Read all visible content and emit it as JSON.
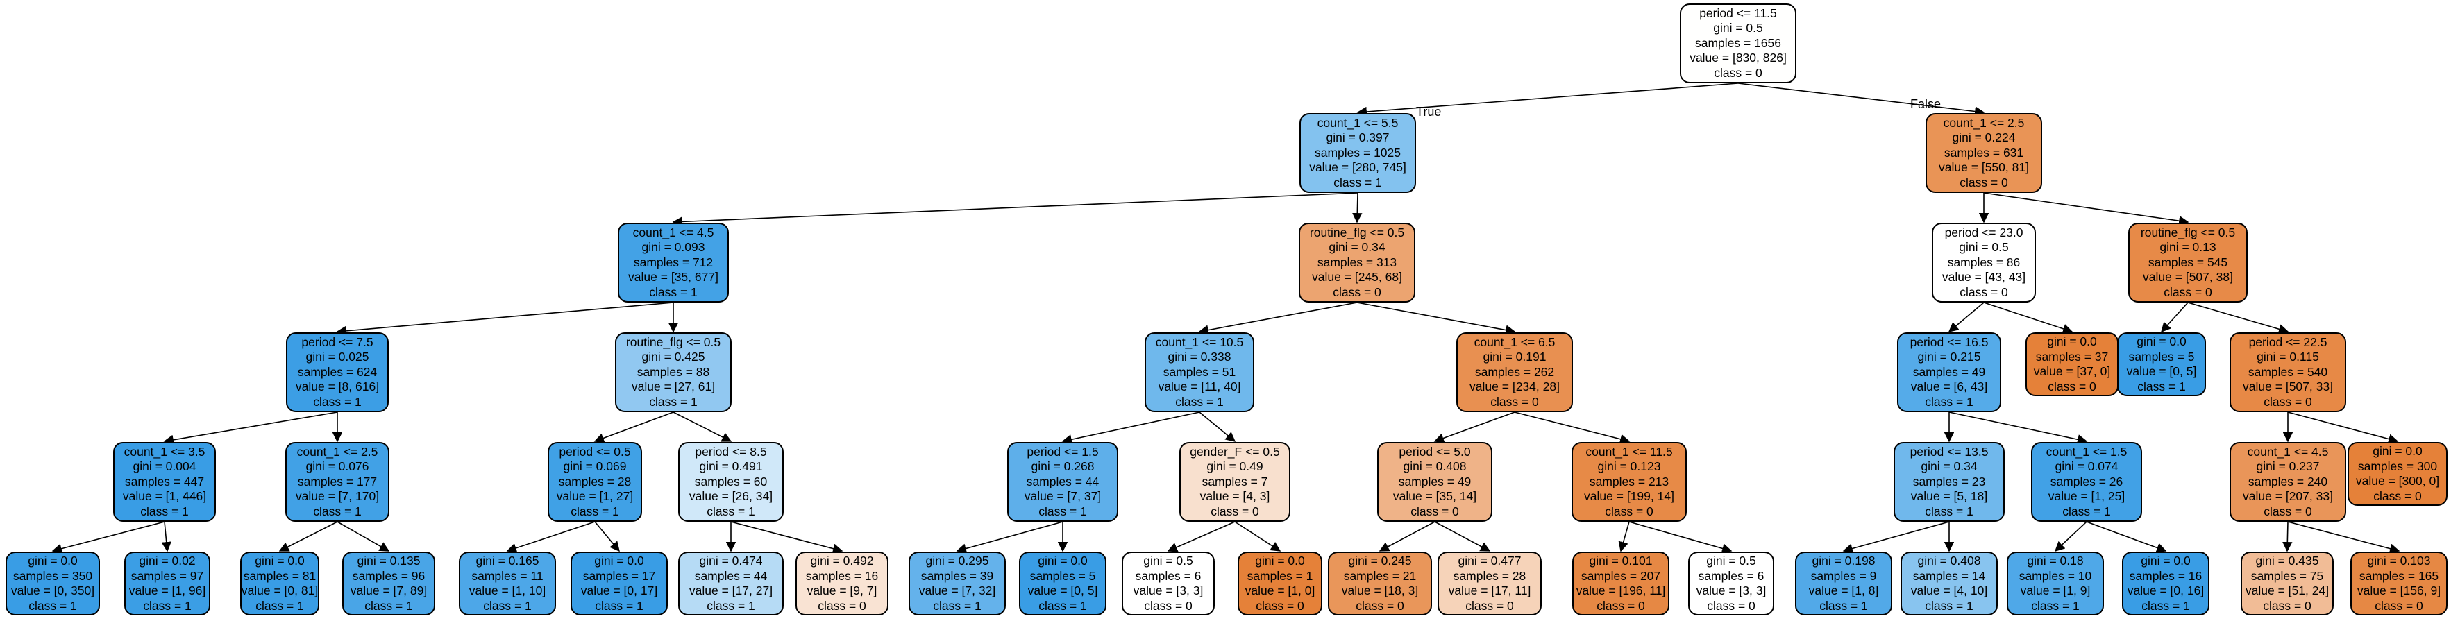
{
  "edge_labels": {
    "left": "True",
    "right": "False"
  },
  "colors": {
    "class_0_base": "#e58139",
    "class_1_base": "#399de5",
    "neutral": "#ffffff"
  },
  "tree": {
    "nodes": [
      {
        "id": 0,
        "lines": [
          "period <= 11.5",
          "gini = 0.5",
          "samples = 1656",
          "value = [830, 826]",
          "class = 0"
        ],
        "fill": "#fffffe"
      },
      {
        "id": 1,
        "lines": [
          "count_1 <= 5.5",
          "gini = 0.397",
          "samples = 1025",
          "value = [280, 745]",
          "class = 1"
        ],
        "fill": "#83c2ef"
      },
      {
        "id": 2,
        "lines": [
          "count_1 <= 4.5",
          "gini = 0.093",
          "samples = 712",
          "value = [35, 677]",
          "class = 1"
        ],
        "fill": "#43a2e6"
      },
      {
        "id": 3,
        "lines": [
          "period <= 7.5",
          "gini = 0.025",
          "samples = 624",
          "value = [8, 616]",
          "class = 1"
        ],
        "fill": "#3c9ee5"
      },
      {
        "id": 4,
        "lines": [
          "count_1 <= 3.5",
          "gini = 0.004",
          "samples = 447",
          "value = [1, 446]",
          "class = 1"
        ],
        "fill": "#399de5"
      },
      {
        "id": 5,
        "lines": [
          "gini = 0.0",
          "samples = 350",
          "value = [0, 350]",
          "class = 1"
        ],
        "fill": "#399de5"
      },
      {
        "id": 6,
        "lines": [
          "gini = 0.02",
          "samples = 97",
          "value = [1, 96]",
          "class = 1"
        ],
        "fill": "#3b9ee5"
      },
      {
        "id": 7,
        "lines": [
          "count_1 <= 2.5",
          "gini = 0.076",
          "samples = 177",
          "value = [7, 170]",
          "class = 1"
        ],
        "fill": "#41a1e6"
      },
      {
        "id": 8,
        "lines": [
          "gini = 0.0",
          "samples = 81",
          "value = [0, 81]",
          "class = 1"
        ],
        "fill": "#399de5"
      },
      {
        "id": 9,
        "lines": [
          "gini = 0.135",
          "samples = 96",
          "value = [7, 89]",
          "class = 1"
        ],
        "fill": "#49a5e7"
      },
      {
        "id": 10,
        "lines": [
          "routine_flg <= 0.5",
          "gini = 0.425",
          "samples = 88",
          "value = [27, 61]",
          "class = 1"
        ],
        "fill": "#91c8f1"
      },
      {
        "id": 11,
        "lines": [
          "period <= 0.5",
          "gini = 0.069",
          "samples = 28",
          "value = [1, 27]",
          "class = 1"
        ],
        "fill": "#40a1e6"
      },
      {
        "id": 12,
        "lines": [
          "gini = 0.165",
          "samples = 11",
          "value = [1, 10]",
          "class = 1"
        ],
        "fill": "#4da7e8"
      },
      {
        "id": 13,
        "lines": [
          "gini = 0.0",
          "samples = 17",
          "value = [0, 17]",
          "class = 1"
        ],
        "fill": "#399de5"
      },
      {
        "id": 14,
        "lines": [
          "period <= 8.5",
          "gini = 0.491",
          "samples = 60",
          "value = [26, 34]",
          "class = 1"
        ],
        "fill": "#d0e8f9"
      },
      {
        "id": 15,
        "lines": [
          "gini = 0.474",
          "samples = 44",
          "value = [17, 27]",
          "class = 1"
        ],
        "fill": "#b6dbf5"
      },
      {
        "id": 16,
        "lines": [
          "gini = 0.492",
          "samples = 16",
          "value = [9, 7]",
          "class = 0"
        ],
        "fill": "#f9e3d3"
      },
      {
        "id": 17,
        "lines": [
          "routine_flg <= 0.5",
          "gini = 0.34",
          "samples = 313",
          "value = [245, 68]",
          "class = 0"
        ],
        "fill": "#eca470"
      },
      {
        "id": 18,
        "lines": [
          "count_1 <= 10.5",
          "gini = 0.338",
          "samples = 51",
          "value = [11, 40]",
          "class = 1"
        ],
        "fill": "#6fb8ec"
      },
      {
        "id": 19,
        "lines": [
          "period <= 1.5",
          "gini = 0.268",
          "samples = 44",
          "value = [7, 37]",
          "class = 1"
        ],
        "fill": "#5eafea"
      },
      {
        "id": 20,
        "lines": [
          "gini = 0.295",
          "samples = 39",
          "value = [7, 32]",
          "class = 1"
        ],
        "fill": "#64b2eb"
      },
      {
        "id": 21,
        "lines": [
          "gini = 0.0",
          "samples = 5",
          "value = [0, 5]",
          "class = 1"
        ],
        "fill": "#399de5"
      },
      {
        "id": 22,
        "lines": [
          "gender_F <= 0.5",
          "gini = 0.49",
          "samples = 7",
          "value = [4, 3]",
          "class = 0"
        ],
        "fill": "#f8e0ce"
      },
      {
        "id": 23,
        "lines": [
          "gini = 0.5",
          "samples = 6",
          "value = [3, 3]",
          "class = 0"
        ],
        "fill": "#ffffff"
      },
      {
        "id": 24,
        "lines": [
          "gini = 0.0",
          "samples = 1",
          "value = [1, 0]",
          "class = 0"
        ],
        "fill": "#e58139"
      },
      {
        "id": 25,
        "lines": [
          "count_1 <= 6.5",
          "gini = 0.191",
          "samples = 262",
          "value = [234, 28]",
          "class = 0"
        ],
        "fill": "#e89051"
      },
      {
        "id": 26,
        "lines": [
          "period <= 5.0",
          "gini = 0.408",
          "samples = 49",
          "value = [35, 14]",
          "class = 0"
        ],
        "fill": "#efb388"
      },
      {
        "id": 27,
        "lines": [
          "gini = 0.245",
          "samples = 21",
          "value = [18, 3]",
          "class = 0"
        ],
        "fill": "#e9965a"
      },
      {
        "id": 28,
        "lines": [
          "gini = 0.477",
          "samples = 28",
          "value = [17, 11]",
          "class = 0"
        ],
        "fill": "#f6d3b9"
      },
      {
        "id": 29,
        "lines": [
          "count_1 <= 11.5",
          "gini = 0.123",
          "samples = 213",
          "value = [199, 14]",
          "class = 0"
        ],
        "fill": "#e78a47"
      },
      {
        "id": 30,
        "lines": [
          "gini = 0.101",
          "samples = 207",
          "value = [196, 11]",
          "class = 0"
        ],
        "fill": "#e68844"
      },
      {
        "id": 31,
        "lines": [
          "gini = 0.5",
          "samples = 6",
          "value = [3, 3]",
          "class = 0"
        ],
        "fill": "#ffffff"
      },
      {
        "id": 32,
        "lines": [
          "count_1 <= 2.5",
          "gini = 0.224",
          "samples = 631",
          "value = [550, 81]",
          "class = 0"
        ],
        "fill": "#e99456"
      },
      {
        "id": 33,
        "lines": [
          "period <= 23.0",
          "gini = 0.5",
          "samples = 86",
          "value = [43, 43]",
          "class = 0"
        ],
        "fill": "#ffffff"
      },
      {
        "id": 34,
        "lines": [
          "period <= 16.5",
          "gini = 0.215",
          "samples = 49",
          "value = [6, 43]",
          "class = 1"
        ],
        "fill": "#55abe9"
      },
      {
        "id": 35,
        "lines": [
          "period <= 13.5",
          "gini = 0.34",
          "samples = 23",
          "value = [5, 18]",
          "class = 1"
        ],
        "fill": "#70b8ec"
      },
      {
        "id": 36,
        "lines": [
          "gini = 0.198",
          "samples = 9",
          "value = [1, 8]",
          "class = 1"
        ],
        "fill": "#52a9e8"
      },
      {
        "id": 37,
        "lines": [
          "gini = 0.408",
          "samples = 14",
          "value = [4, 10]",
          "class = 1"
        ],
        "fill": "#88c4ef"
      },
      {
        "id": 38,
        "lines": [
          "count_1 <= 1.5",
          "gini = 0.074",
          "samples = 26",
          "value = [1, 25]",
          "class = 1"
        ],
        "fill": "#41a1e6"
      },
      {
        "id": 39,
        "lines": [
          "gini = 0.18",
          "samples = 10",
          "value = [1, 9]",
          "class = 1"
        ],
        "fill": "#4fa8e8"
      },
      {
        "id": 40,
        "lines": [
          "gini = 0.0",
          "samples = 16",
          "value = [0, 16]",
          "class = 1"
        ],
        "fill": "#399de5"
      },
      {
        "id": 41,
        "lines": [
          "gini = 0.0",
          "samples = 37",
          "value = [37, 0]",
          "class = 0"
        ],
        "fill": "#e58139"
      },
      {
        "id": 42,
        "lines": [
          "routine_flg <= 0.5",
          "gini = 0.13",
          "samples = 545",
          "value = [507, 38]",
          "class = 0"
        ],
        "fill": "#e78a48"
      },
      {
        "id": 43,
        "lines": [
          "gini = 0.0",
          "samples = 5",
          "value = [0, 5]",
          "class = 1"
        ],
        "fill": "#399de5"
      },
      {
        "id": 44,
        "lines": [
          "period <= 22.5",
          "gini = 0.115",
          "samples = 540",
          "value = [507, 33]",
          "class = 0"
        ],
        "fill": "#e78946"
      },
      {
        "id": 45,
        "lines": [
          "count_1 <= 4.5",
          "gini = 0.237",
          "samples = 240",
          "value = [207, 33]",
          "class = 0"
        ],
        "fill": "#e99559"
      },
      {
        "id": 46,
        "lines": [
          "gini = 0.435",
          "samples = 75",
          "value = [51, 24]",
          "class = 0"
        ],
        "fill": "#f1bc96"
      },
      {
        "id": 47,
        "lines": [
          "gini = 0.103",
          "samples = 165",
          "value = [156, 9]",
          "class = 0"
        ],
        "fill": "#e68844"
      },
      {
        "id": 48,
        "lines": [
          "gini = 0.0",
          "samples = 300",
          "value = [300, 0]",
          "class = 0"
        ],
        "fill": "#e58139"
      }
    ],
    "edges": [
      [
        0,
        1
      ],
      [
        0,
        32
      ],
      [
        1,
        2
      ],
      [
        1,
        17
      ],
      [
        2,
        3
      ],
      [
        2,
        10
      ],
      [
        3,
        4
      ],
      [
        3,
        7
      ],
      [
        4,
        5
      ],
      [
        4,
        6
      ],
      [
        7,
        8
      ],
      [
        7,
        9
      ],
      [
        10,
        11
      ],
      [
        10,
        14
      ],
      [
        11,
        12
      ],
      [
        11,
        13
      ],
      [
        14,
        15
      ],
      [
        14,
        16
      ],
      [
        17,
        18
      ],
      [
        17,
        25
      ],
      [
        18,
        19
      ],
      [
        18,
        22
      ],
      [
        19,
        20
      ],
      [
        19,
        21
      ],
      [
        22,
        23
      ],
      [
        22,
        24
      ],
      [
        25,
        26
      ],
      [
        25,
        29
      ],
      [
        26,
        27
      ],
      [
        26,
        28
      ],
      [
        29,
        30
      ],
      [
        29,
        31
      ],
      [
        32,
        33
      ],
      [
        32,
        42
      ],
      [
        33,
        34
      ],
      [
        33,
        41
      ],
      [
        34,
        35
      ],
      [
        34,
        38
      ],
      [
        35,
        36
      ],
      [
        35,
        37
      ],
      [
        38,
        39
      ],
      [
        38,
        40
      ],
      [
        42,
        43
      ],
      [
        42,
        44
      ],
      [
        44,
        45
      ],
      [
        44,
        48
      ],
      [
        45,
        46
      ],
      [
        45,
        47
      ]
    ]
  }
}
